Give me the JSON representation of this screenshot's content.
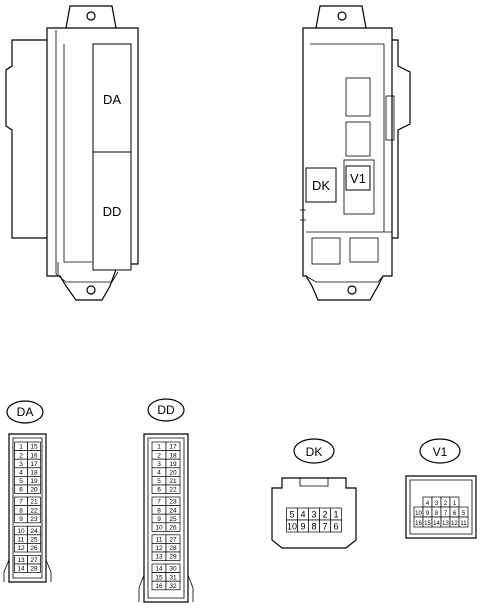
{
  "fuse_block_left": {
    "connectors": [
      {
        "id": "DA",
        "label": "DA"
      },
      {
        "id": "DD",
        "label": "DD"
      }
    ]
  },
  "fuse_block_right": {
    "connectors": [
      {
        "id": "DK",
        "label": "DK"
      },
      {
        "id": "V1",
        "label": "V1"
      }
    ]
  },
  "connector_views": {
    "DA": {
      "label": "DA",
      "rows": [
        [
          "1",
          "15"
        ],
        [
          "2",
          "16"
        ],
        [
          "3",
          "17"
        ],
        [
          "4",
          "18"
        ],
        [
          "5",
          "19"
        ],
        [
          "6",
          "20"
        ],
        [
          "7",
          "21"
        ],
        [
          "8",
          "22"
        ],
        [
          "9",
          "23"
        ],
        [
          "10",
          "24"
        ],
        [
          "11",
          "25"
        ],
        [
          "12",
          "26"
        ],
        [
          "13",
          "27"
        ],
        [
          "14",
          "28"
        ]
      ]
    },
    "DD": {
      "label": "DD",
      "rows": [
        [
          "1",
          "17"
        ],
        [
          "2",
          "18"
        ],
        [
          "3",
          "19"
        ],
        [
          "4",
          "20"
        ],
        [
          "5",
          "21"
        ],
        [
          "6",
          "22"
        ],
        [
          "7",
          "23"
        ],
        [
          "8",
          "24"
        ],
        [
          "9",
          "25"
        ],
        [
          "10",
          "26"
        ],
        [
          "11",
          "27"
        ],
        [
          "12",
          "28"
        ],
        [
          "13",
          "29"
        ],
        [
          "14",
          "30"
        ],
        [
          "15",
          "31"
        ],
        [
          "16",
          "32"
        ]
      ]
    },
    "DK": {
      "label": "DK",
      "rows": [
        [
          "5",
          "4",
          "3",
          "2",
          "1"
        ],
        [
          "10",
          "9",
          "8",
          "7",
          "6"
        ]
      ]
    },
    "V1": {
      "label": "V1",
      "rows": [
        [
          "4",
          "3",
          "2",
          "1"
        ],
        [
          "10",
          "9",
          "8",
          "7",
          "6",
          "5"
        ],
        [
          "16",
          "15",
          "14",
          "13",
          "12",
          "11"
        ]
      ]
    }
  }
}
